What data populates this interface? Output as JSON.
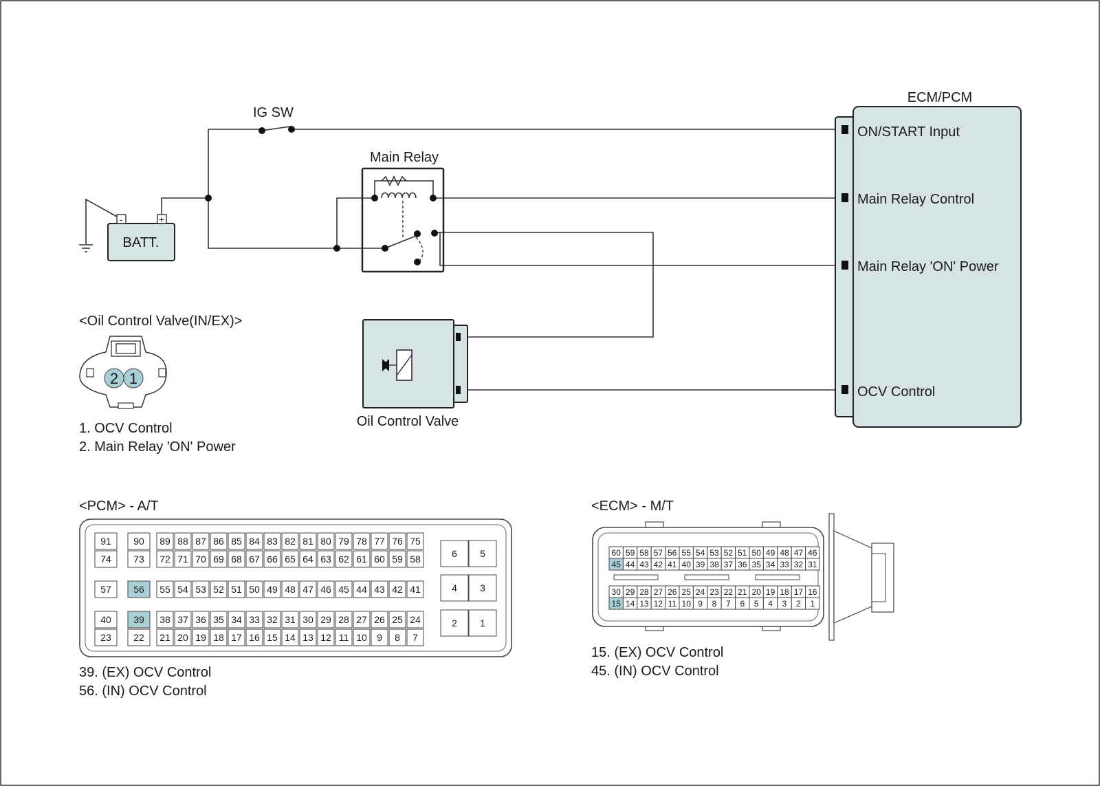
{
  "labels": {
    "ig_sw": "IG SW",
    "ecm_pcm": "ECM/PCM",
    "main_relay": "Main Relay",
    "batt": "BATT.",
    "batt_minus": "-",
    "batt_plus": "+",
    "oil_control_valve": "Oil Control Valve"
  },
  "ecm_pins": [
    "ON/START Input",
    "Main Relay Control",
    "Main Relay 'ON' Power",
    "OCV Control"
  ],
  "ocv_connector": {
    "title": "<Oil Control Valve(IN/EX)>",
    "pins": [
      "2",
      "1"
    ],
    "legend": [
      "1. OCV Control",
      "2. Main Relay 'ON' Power"
    ]
  },
  "pcm_connector": {
    "title": "<PCM> - A/T",
    "rows": [
      [
        "91",
        "90",
        "89",
        "88",
        "87",
        "86",
        "85",
        "84",
        "83",
        "82",
        "81",
        "80",
        "79",
        "78",
        "77",
        "76",
        "75"
      ],
      [
        "74",
        "73",
        "72",
        "71",
        "70",
        "69",
        "68",
        "67",
        "66",
        "65",
        "64",
        "63",
        "62",
        "61",
        "60",
        "59",
        "58"
      ],
      [
        "57",
        "56",
        "55",
        "54",
        "53",
        "52",
        "51",
        "50",
        "49",
        "48",
        "47",
        "46",
        "45",
        "44",
        "43",
        "42",
        "41"
      ],
      [
        "40",
        "39",
        "38",
        "37",
        "36",
        "35",
        "34",
        "33",
        "32",
        "31",
        "30",
        "29",
        "28",
        "27",
        "26",
        "25",
        "24"
      ],
      [
        "23",
        "22",
        "21",
        "20",
        "19",
        "18",
        "17",
        "16",
        "15",
        "14",
        "13",
        "12",
        "11",
        "10",
        "9",
        "8",
        "7"
      ]
    ],
    "side_pins": [
      "6",
      "5",
      "4",
      "3",
      "2",
      "1"
    ],
    "highlighted": [
      "56",
      "39"
    ],
    "legend": [
      "39. (EX) OCV Control",
      "56. (IN) OCV Control"
    ]
  },
  "ecm_connector": {
    "title": "<ECM> - M/T",
    "rows": [
      [
        "60",
        "59",
        "58",
        "57",
        "56",
        "55",
        "54",
        "53",
        "52",
        "51",
        "50",
        "49",
        "48",
        "47",
        "46"
      ],
      [
        "45",
        "44",
        "43",
        "42",
        "41",
        "40",
        "39",
        "38",
        "37",
        "36",
        "35",
        "34",
        "33",
        "32",
        "31"
      ],
      [
        "30",
        "29",
        "28",
        "27",
        "26",
        "25",
        "24",
        "23",
        "22",
        "21",
        "20",
        "19",
        "18",
        "17",
        "16"
      ],
      [
        "15",
        "14",
        "13",
        "12",
        "11",
        "10",
        "9",
        "8",
        "7",
        "6",
        "5",
        "4",
        "3",
        "2",
        "1"
      ]
    ],
    "highlighted": [
      "45",
      "15"
    ],
    "legend": [
      "15. (EX) OCV Control",
      "45. (IN) OCV Control"
    ]
  },
  "colors": {
    "box_fill": "#d6e4e6",
    "highlight": "#a9cfd7",
    "wire": "#333333"
  }
}
